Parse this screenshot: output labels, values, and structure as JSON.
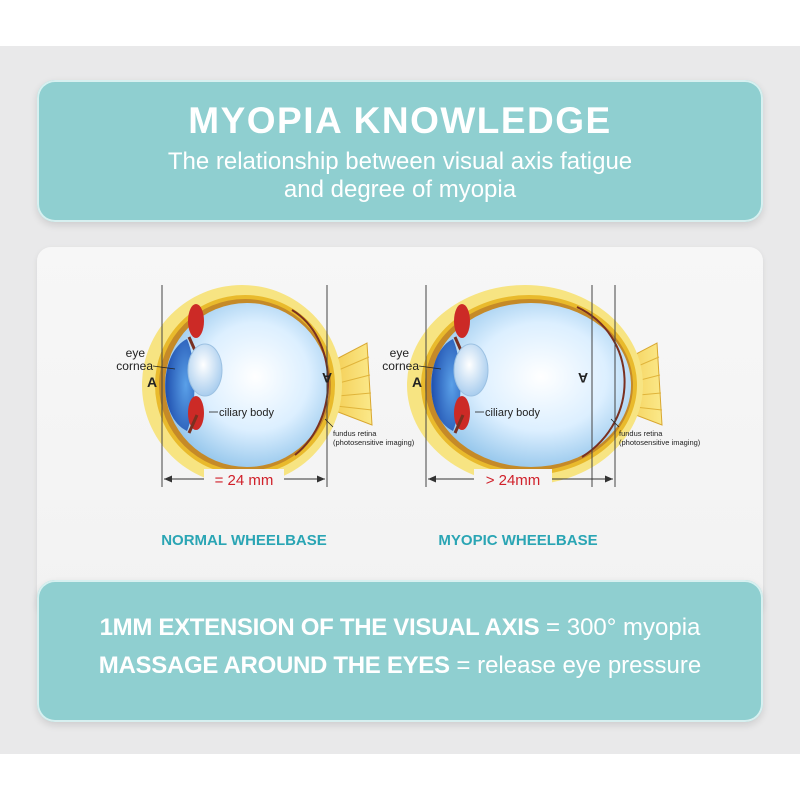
{
  "header": {
    "title": "MYOPIA KNOWLEDGE",
    "subtitle_line1": "The relationship between visual axis fatigue",
    "subtitle_line2": "and degree of myopia"
  },
  "diagram": {
    "normal": {
      "eye_label": "eye",
      "cornea_label": "cornea",
      "point_a": "A",
      "point_a_mirror": "A",
      "ciliary_label": "ciliary body",
      "retina_label": "fundus retina",
      "retina_sub": "(photosensitive imaging)",
      "measure": "= 24 mm",
      "caption": "NORMAL WHEELBASE"
    },
    "myopic": {
      "eye_label": "eye",
      "cornea_label": "cornea",
      "point_a": "A",
      "point_a_mirror": "A",
      "ciliary_label": "ciliary body",
      "retina_label": "fundus retina",
      "retina_sub": "(photosensitive imaging)",
      "measure": "> 24mm",
      "caption": "MYOPIC WHEELBASE"
    },
    "colors": {
      "caption": "#2aa5b4",
      "measure": "#d0202a",
      "outer_glow": "#f5e06a",
      "sclera": "#e8b92a",
      "vitreous": "#bfe0f5",
      "cornea": "#2f6fc8",
      "iris": "#cc2a26"
    }
  },
  "footer": {
    "line1_bold": "1MM EXTENSION OF THE VISUAL AXIS",
    "line1_rest": " = 300° myopia",
    "line2_bold": "MASSAGE AROUND THE EYES",
    "line2_rest": " = release eye pressure"
  }
}
